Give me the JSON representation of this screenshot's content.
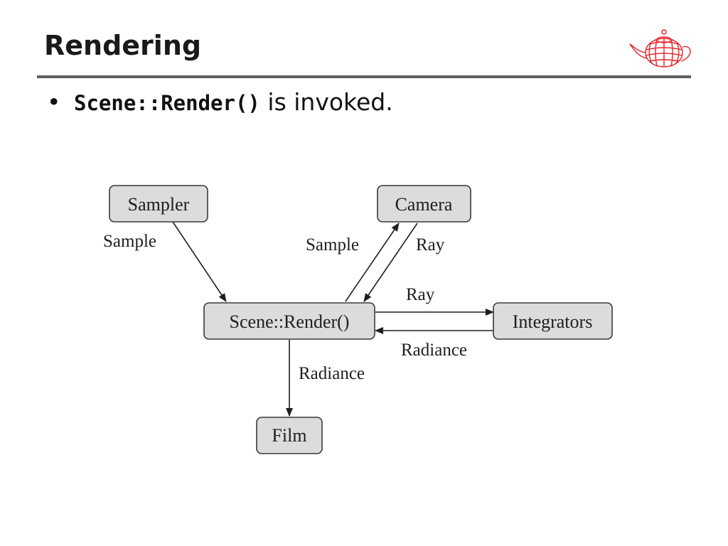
{
  "slide": {
    "title": "Rendering",
    "bullet": {
      "code": "Scene::Render()",
      "text": " is invoked."
    }
  },
  "diagram": {
    "nodes": {
      "sampler": "Sampler",
      "camera": "Camera",
      "scene_render": "Scene::Render()",
      "integrators": "Integrators",
      "film": "Film"
    },
    "edges": {
      "sampler_to_render": "Sample",
      "render_to_camera": "Sample",
      "camera_to_render": "Ray",
      "render_to_integrators": "Ray",
      "integrators_to_render": "Radiance",
      "render_to_film": "Radiance"
    }
  },
  "colors": {
    "node_fill": "#dcdcdc",
    "teapot": "#e8232a"
  },
  "icons": {
    "logo": "teapot-icon"
  }
}
